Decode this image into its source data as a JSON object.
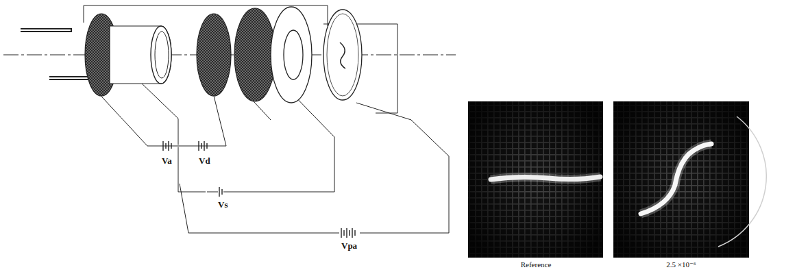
{
  "diagram": {
    "labels": [
      "Va",
      "Vd",
      "Vs",
      "Vpa",
      "Reference",
      "2.5 ×10⁻⁶"
    ]
  }
}
